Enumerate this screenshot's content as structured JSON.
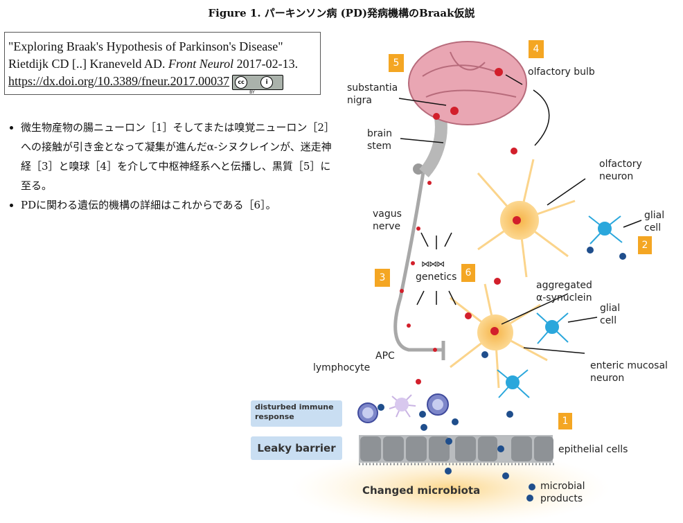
{
  "header": {
    "title": "Figure 1. パーキンソン病 (PD)発病機構のBraak仮説"
  },
  "citation": {
    "line1": "\"Exploring Braak's Hypothesis of Parkinson's Disease\"",
    "line2_prefix": "Rietdijk CD [..] Kraneveld AD. ",
    "journal": "Front Neurol",
    "date": " 2017-02-13.",
    "doi": "https://dx.doi.org/10.3389/fneur.2017.00037",
    "license_icon": "cc-by-icon",
    "license_cc": "cc",
    "license_by": "BY"
  },
  "bullets": [
    "微生物産物の腸ニューロン［1］そしてまたは嗅覚ニューロン［2］への接触が引き金となって凝集が進んだα-シヌクレインが、迷走神経［3］と嗅球［4］を介して中枢神経系へと伝播し、黒質［5］に至る。",
    "PDに関わる遺伝的機構の詳細はこれからである［6］。"
  ],
  "diagram": {
    "labels": {
      "substantia_nigra_1": "substantia",
      "substantia_nigra_2": "nigra",
      "brain_stem_1": "brain",
      "brain_stem_2": "stem",
      "olfactory_bulb": "olfactory bulb",
      "olfactory_neuron_1": "olfactory",
      "olfactory_neuron_2": "neuron",
      "glial_cell_top_1": "glial",
      "glial_cell_top_2": "cell",
      "vagus_nerve_1": "vagus",
      "vagus_nerve_2": "nerve",
      "genetics": "genetics",
      "aggregated_1": "aggregated",
      "aggregated_2": "α-synuclein",
      "glial_cell_mid_1": "glial",
      "glial_cell_mid_2": "cell",
      "enteric_1": "enteric mucosal",
      "enteric_2": "neuron",
      "apc": "APC",
      "lymphocyte": "lymphocyte",
      "immune_1": "disturbed immune",
      "immune_2": "response",
      "leaky_barrier": "Leaky barrier",
      "epithelial": "epithelial cells",
      "changed_microbiota": "Changed microbiota",
      "microbial_1": "microbial",
      "microbial_2": "products"
    },
    "numbers": [
      "1",
      "2",
      "3",
      "4",
      "5",
      "6"
    ],
    "colors": {
      "orange": "#f4a623",
      "aggregate_red": "#d21f2b",
      "neuron_yellow": "#fbd48b",
      "glial_blue": "#2aa7dc",
      "brain_pink": "#e9a6b3",
      "barrier_blue": "#c9def2",
      "microbe_navy": "#1f4e8c"
    }
  }
}
